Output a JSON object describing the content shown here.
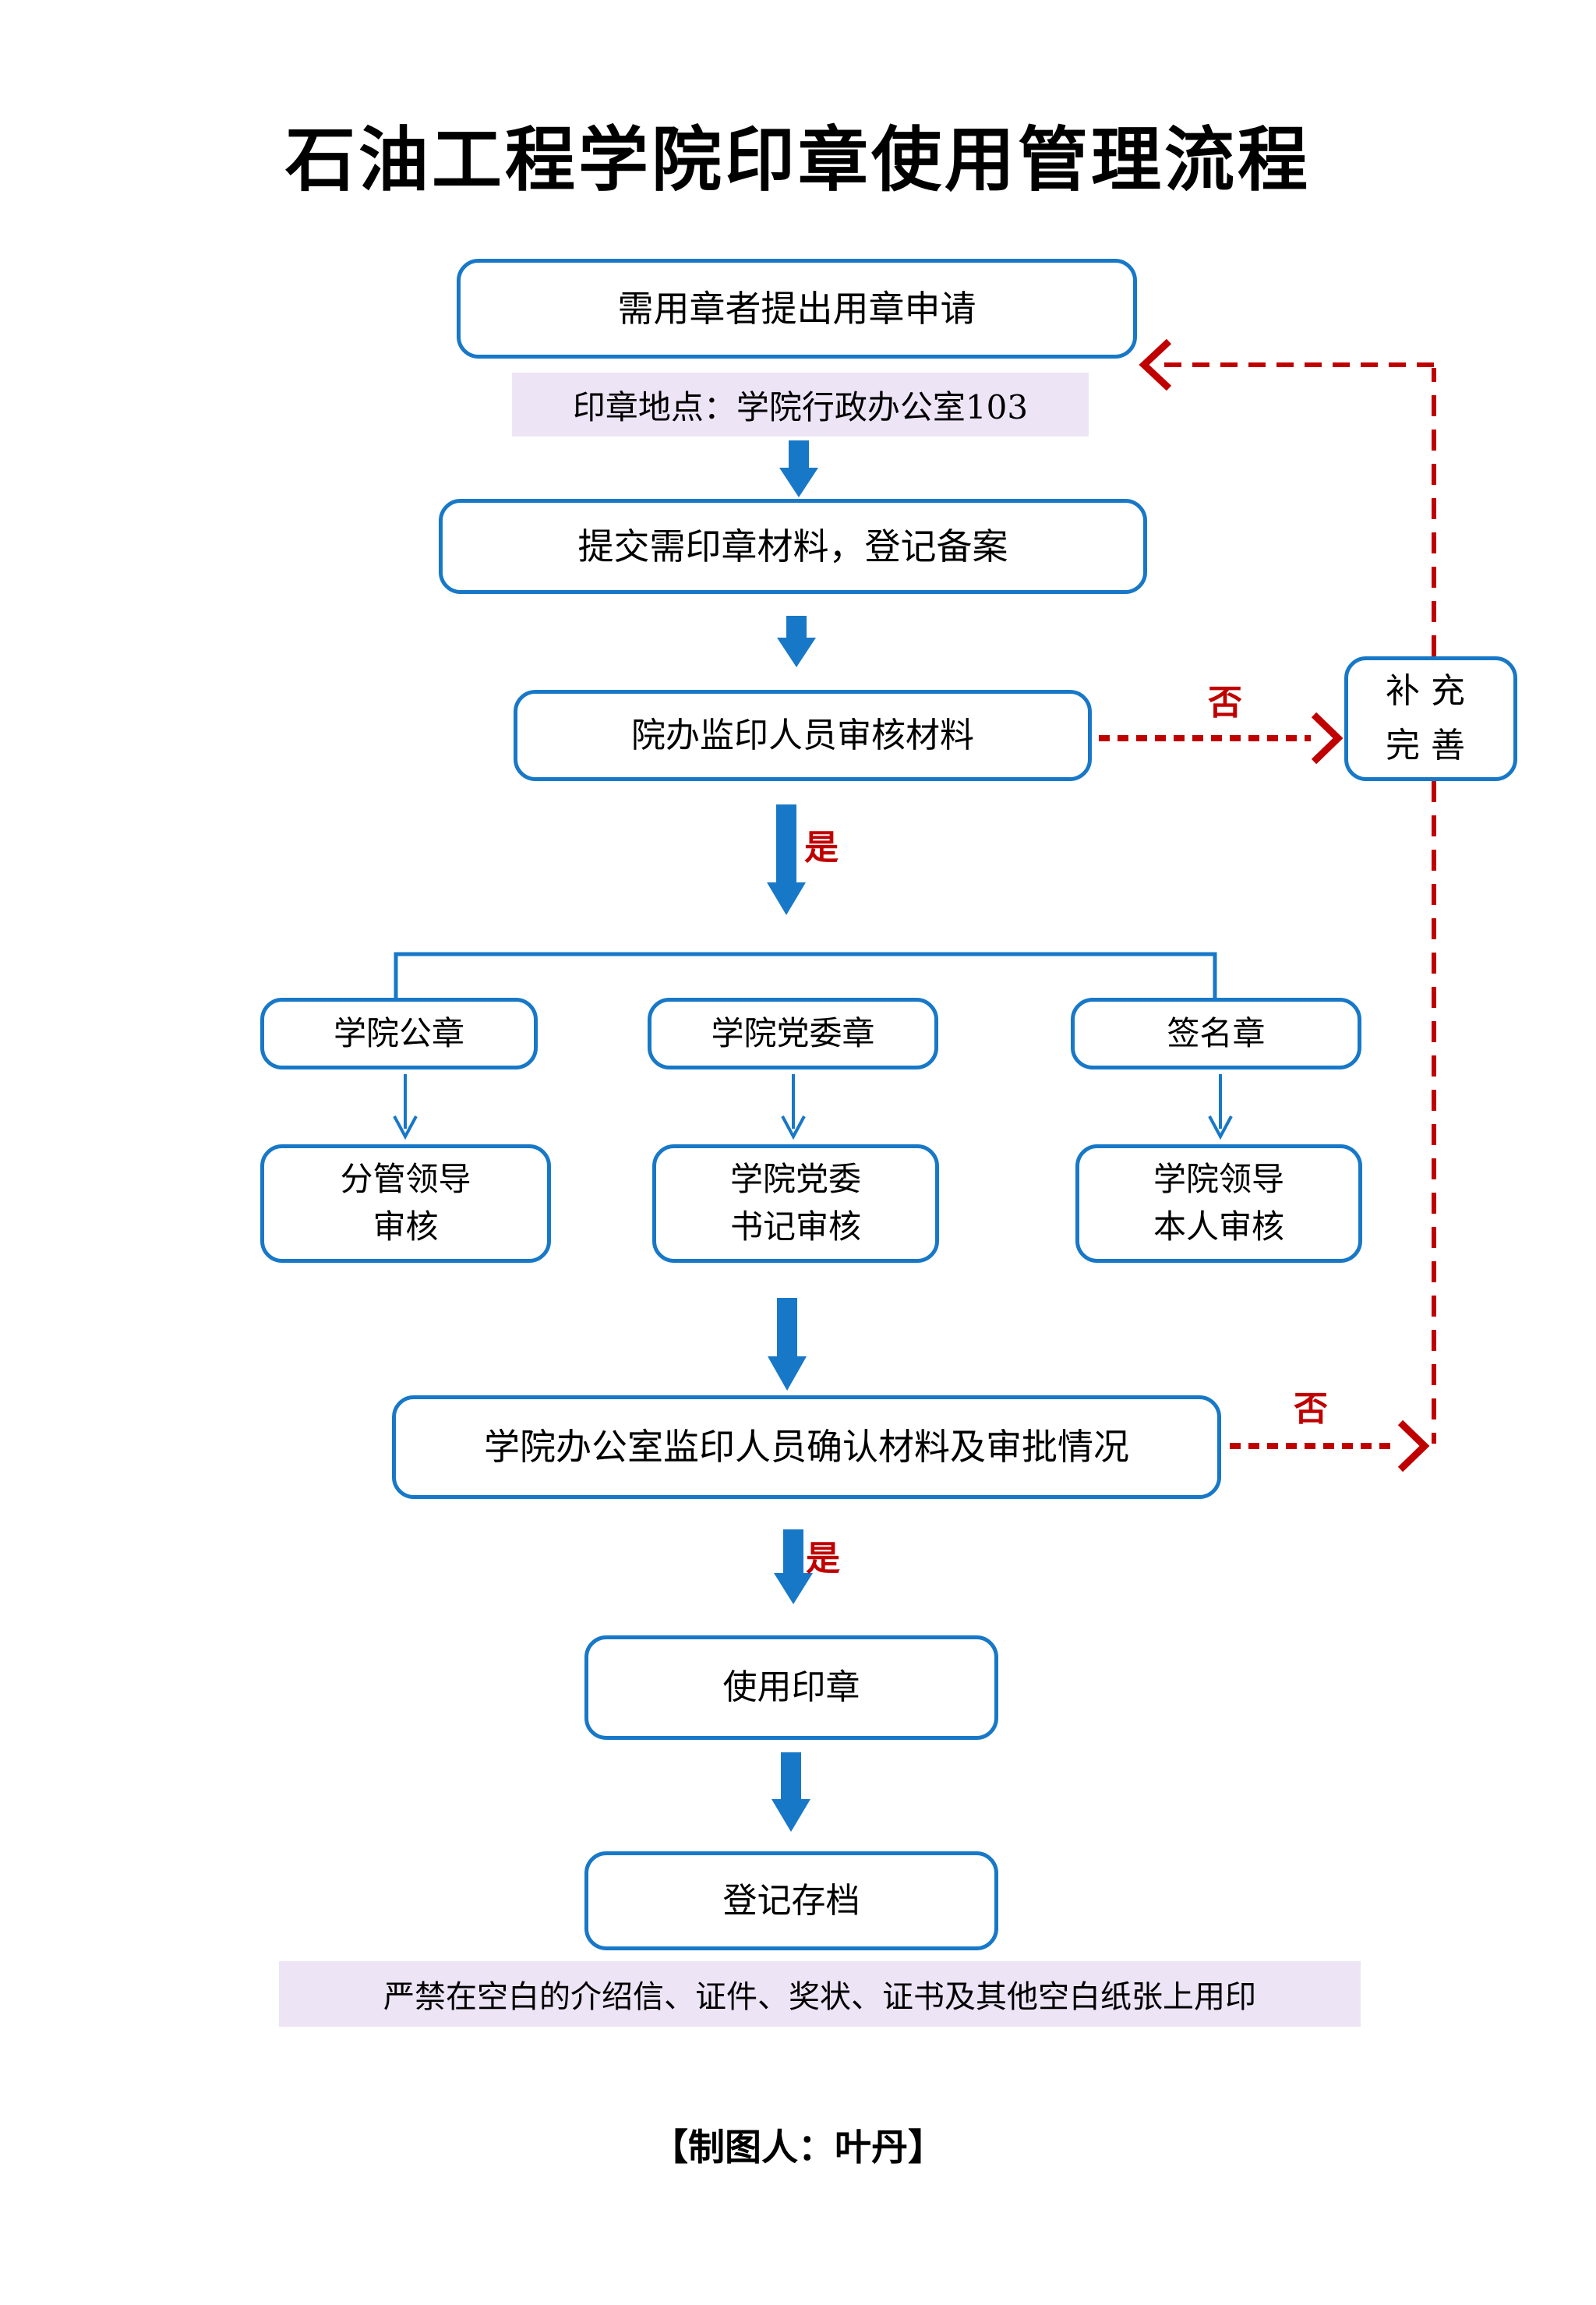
{
  "title": "石油工程学院印章使用管理流程",
  "colors": {
    "box_border_blue": "#1878C8",
    "arrow_blue": "#1878C8",
    "decision_red": "#C00000",
    "note_lavender": "#EDE4F6"
  },
  "flow": {
    "step_request": "需用章者提出用章申请",
    "seal_location_note": "印章地点：学院行政办公室103",
    "step_submit": "提交需印章材料，登记备案",
    "step_review": "院办监印人员审核材料",
    "supplement": "补充\n完善",
    "labels": {
      "yes": "是",
      "no": "否"
    },
    "seal_types": [
      "学院公章",
      "学院党委章",
      "签名章"
    ],
    "seal_reviews": [
      "分管领导\n审核",
      "学院党委\n书记审核",
      "学院领导\n本人审核"
    ],
    "step_confirm": "学院办公室监印人员确认材料及审批情况",
    "step_use": "使用印章",
    "step_archive": "登记存档"
  },
  "warning_note": "严禁在空白的介绍信、证件、奖状、证书及其他空白纸张上用印",
  "credit": "【制图人：叶丹】"
}
